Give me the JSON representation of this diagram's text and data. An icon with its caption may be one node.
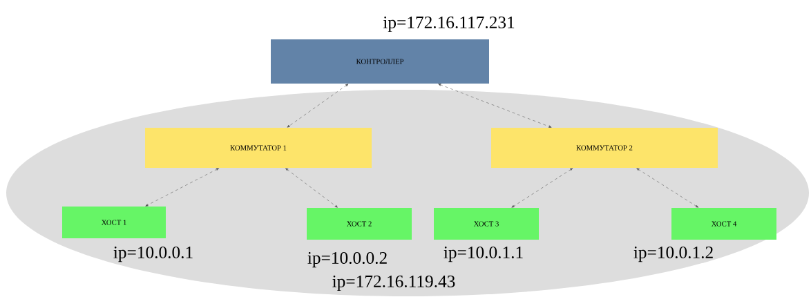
{
  "diagram": {
    "nodes": [
      {
        "text": [
          "КОНТРОЛЛЕР"
        ],
        "beside": [
          "ip=172.16.117.231"
        ]
      },
      {
        "text": [],
        "shape": "ellipse"
      },
      {
        "text": [
          "КОММУТАТОР 1"
        ],
        "in": 1
      },
      {
        "text": [
          "КОММУТАТОР 2"
        ],
        "in": 1
      },
      {
        "text": [
          "ХОСТ 1"
        ],
        "in": 1,
        "beside": [
          "ip=10.0.0.1"
        ]
      },
      {
        "text": [
          "ХОСТ 2"
        ],
        "in": 1,
        "beside": [
          "ip=10.0.0.2"
        ]
      },
      {
        "text": [
          "ХОСТ 3"
        ],
        "in": 1,
        "beside": [
          "ip=10.0.1.1"
        ]
      },
      {
        "text": [
          "ХОСТ 4"
        ],
        "in": 1,
        "beside": [
          "ip=10.0.1.2"
        ]
      }
    ],
    "edges": [
      {
        "from": 0,
        "to": 2,
        "arrow": "both",
        "style": "dashed"
      },
      {
        "from": 0,
        "to": 3,
        "arrow": "both",
        "style": "dashed"
      },
      {
        "from": 2,
        "to": 4,
        "arrow": "both",
        "style": "dashed"
      },
      {
        "from": 2,
        "to": 5,
        "arrow": "both",
        "style": "dashed"
      },
      {
        "from": 3,
        "to": 6,
        "arrow": "both",
        "style": "dashed"
      },
      {
        "from": 3,
        "to": 7,
        "arrow": "both",
        "style": "dashed"
      }
    ],
    "labels": [
      "ip=172.16.119.43"
    ]
  }
}
